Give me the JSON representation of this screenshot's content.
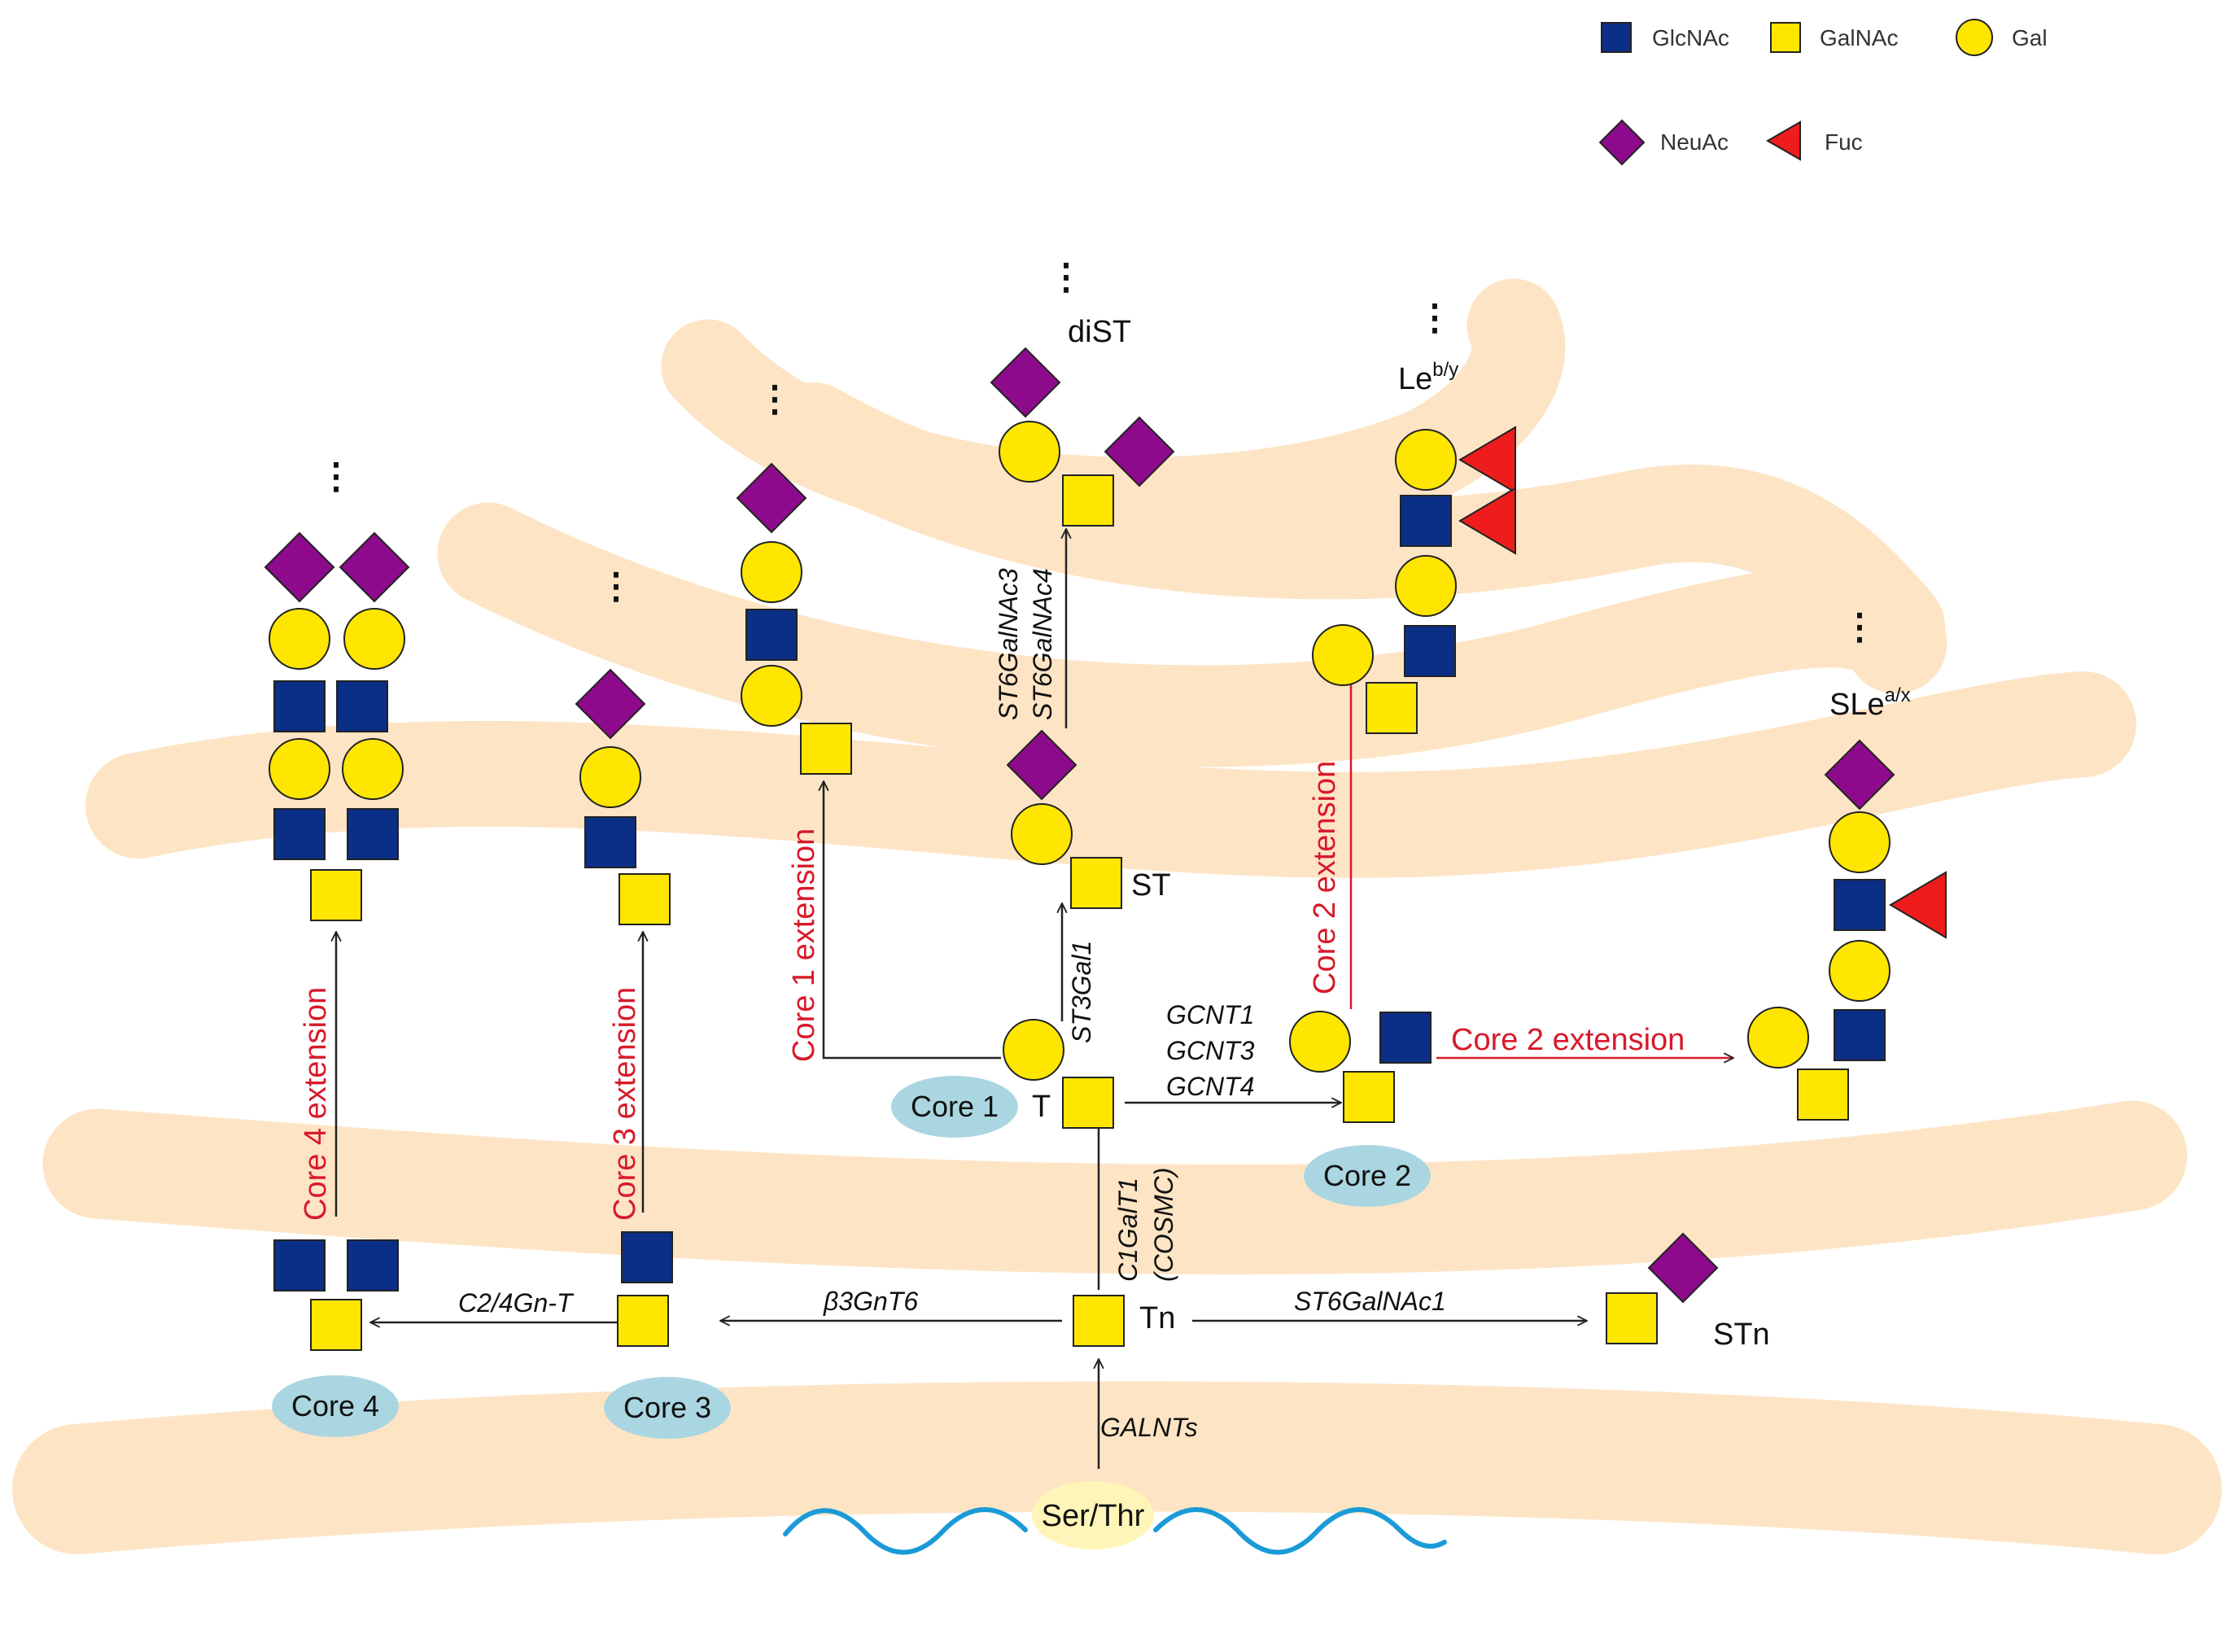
{
  "legend": {
    "items": [
      {
        "name": "glcnac",
        "label": "GlcNAc",
        "shape": "square",
        "color": "#0b2f87"
      },
      {
        "name": "galnac",
        "label": "GalNAc",
        "shape": "square",
        "color": "#ffe600"
      },
      {
        "name": "gal",
        "label": "Gal",
        "shape": "circle",
        "color": "#ffe600"
      },
      {
        "name": "neuac",
        "label": "NeuAc",
        "shape": "diamond",
        "color": "#8e0a8c"
      },
      {
        "name": "fuc",
        "label": "Fuc",
        "shape": "triangle",
        "color": "#ee1c1c"
      }
    ]
  },
  "colors": {
    "golgi_band": "#fde4c4",
    "core_ellipse": "#a9d6e1",
    "serthr_ellipse": "#fff5b8",
    "peptide": "#1a9bd8",
    "extension": "#d8192a",
    "arrow": "#222222"
  },
  "structures": {
    "tn": "Tn",
    "t": "T",
    "st": "ST",
    "dist": "diST",
    "stn": "STn",
    "leby_base": "Le",
    "leby_sup": "b/y",
    "slex_base": "SLe",
    "slex_sup": "a/x",
    "ser_thr": "Ser/Thr"
  },
  "cores": {
    "core1": "Core 1",
    "core2": "Core 2",
    "core3": "Core 3",
    "core4": "Core 4"
  },
  "enzymes": {
    "galnts": "GALNTs",
    "c1galt1": "C1GalT1",
    "cosmc": "(COSMC)",
    "st3gal1": "ST3Gal1",
    "st6galnac3": "ST6GalNAc3",
    "st6galnac4": "ST6GalNAc4",
    "gcnt1": "GCNT1",
    "gcnt3": "GCNT3",
    "gcnt4": "GCNT4",
    "b3gnt6": "β3GnT6",
    "c24gnt": "C2/4Gn-T",
    "st6galnac1": "ST6GalNAc1"
  },
  "extensions": {
    "core1": "Core 1 extension",
    "core2_vertical": "Core 2 extension",
    "core2_horizontal": "Core 2 extension",
    "core3": "Core 3 extension",
    "core4": "Core 4 extension"
  },
  "continuation": "⋮"
}
